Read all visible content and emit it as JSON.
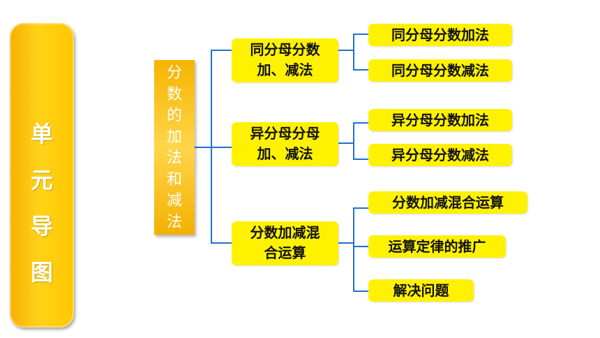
{
  "banner": {
    "title": "单\n元\n导\n图"
  },
  "root": {
    "label": "分\n数\n的\n加\n法\n和\n减\n法"
  },
  "branches": [
    {
      "label": "同分母分数\n加、减法",
      "children": [
        "同分母分数加法",
        "同分母分数减法"
      ]
    },
    {
      "label": "异分母分母\n加、减法",
      "children": [
        "异分母分数加法",
        "异分母分数减法"
      ]
    },
    {
      "label": "分数加减混\n合运算",
      "children": [
        "分数加减混合运算",
        "运算定律的推广",
        "解决问题"
      ]
    }
  ],
  "colors": {
    "banner": "#ffc800",
    "node": "#fff200",
    "connector": "#1f6fd6",
    "root_text": "#ffffff"
  }
}
